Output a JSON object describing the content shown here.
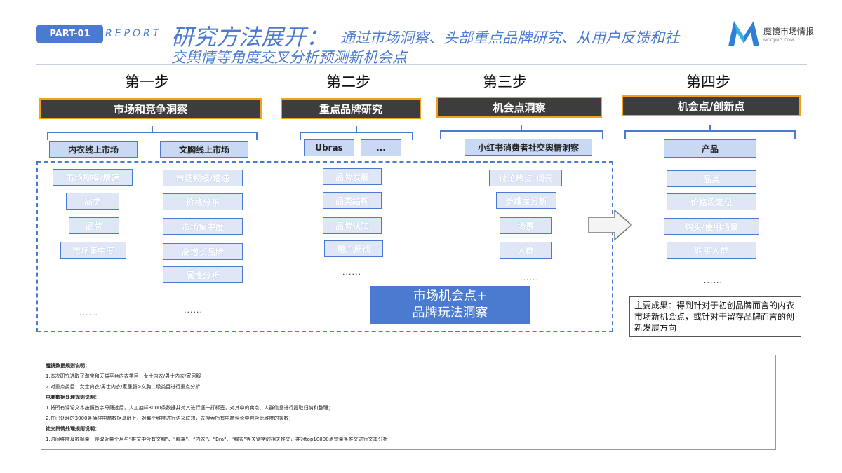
{
  "header": {
    "badge": "PART-01",
    "report": "REPORT",
    "title_main": "研究方法展开：",
    "title_sub_line1": "通过市场洞察、头部重点品牌研究、从用户反馈和社",
    "title_sub_line2": "交舆情等角度交叉分析预测新机会点",
    "logo_text": "魔镜市场情报",
    "logo_url": "MOOJING.COM"
  },
  "steps": [
    {
      "title": "第一步",
      "bar": "市场和竞争洞察",
      "subcats": [
        "内衣线上市场",
        "文胸线上市场"
      ],
      "columns": [
        [
          "市场规模/增速",
          "品类",
          "品牌",
          "市场集中度"
        ],
        [
          "市场规模/增速",
          "价格分布",
          "市场集中度",
          "高增长品牌",
          "属性分析"
        ]
      ],
      "dots": [
        "......",
        "......"
      ]
    },
    {
      "title": "第二步",
      "bar": "重点品牌研究",
      "subcats": [
        "Ubras",
        "..."
      ],
      "items": [
        "品牌发展",
        "品类结构",
        "品牌认知",
        "用户反馈"
      ],
      "dots": "......"
    },
    {
      "title": "第三步",
      "bar": "机会点洞察",
      "subcats": [
        "小红书消费者社交舆情洞察"
      ],
      "items": [
        "讨论热点-词云",
        "多维度分析",
        "场景",
        "人群"
      ],
      "dots": "......"
    },
    {
      "title": "第四步",
      "bar": "机会点/创新点",
      "subcats": [
        "产品"
      ],
      "items": [
        "品类",
        "价格段定位",
        "购买/使用场景",
        "购买人群"
      ],
      "dots": "......"
    }
  ],
  "insight": {
    "line1": "市场机会点+",
    "line2": "品牌玩法洞察"
  },
  "result": "主要成果：得到针对于初创品牌而言的内衣市场新机会点，或针对于留存品牌而言的创新发展方向",
  "notes": [
    {
      "text": "魔镜数据规则说明：",
      "bold": true
    },
    {
      "text": "1.本次研究选取了淘宝和天猫平台内衣类目：女士内衣/男士内衣/家居服",
      "bold": false
    },
    {
      "text": "2.对重点类目：女士内衣/男士内衣/家居服>文胸二级类目进行重点分析",
      "bold": false
    },
    {
      "text": "电商数据处理规则说明：",
      "bold": true
    },
    {
      "text": "1.将所有评论文本按照首字母筛选后，人工抽样3000条数据并对其进行逐一打标签，对其中的卖点、人群信息进行提取归纳和整理；",
      "bold": false
    },
    {
      "text": "2.在已处理的3000条抽样电商数据基础上，对每个维度进行语义联想，去搜索所有电商评论中包含此维度的条数；",
      "bold": false
    },
    {
      "text": "社交舆情处理规则说明：",
      "bold": true
    },
    {
      "text": "1.时间维度及数据量：爬取近量个月与“推文中含有文胸”、“胸罩”、“内衣”、“Bra”、“胸衣”等关键字的相关推文，并对top10000点赞量条推文进行文本分析",
      "bold": false
    }
  ],
  "colors": {
    "accent": "#4a7bd0",
    "bar": "#3d3d3d",
    "bar_border": "#f0a31a"
  }
}
